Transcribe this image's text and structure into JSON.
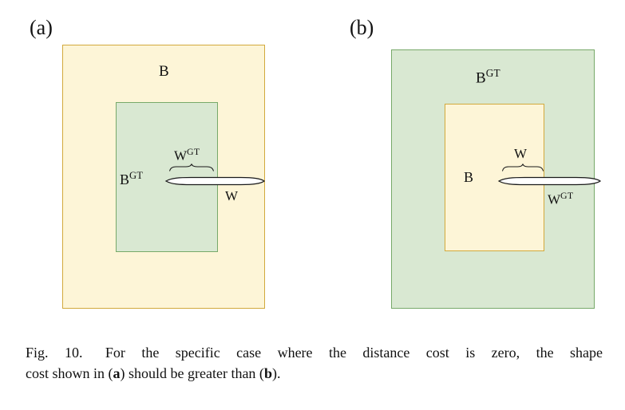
{
  "colors": {
    "yellow_fill": "#fdf5d7",
    "yellow_border": "#d2a93c",
    "green_fill": "#d9e8d2",
    "green_border": "#77a969",
    "sliver_fill": "#ffffff",
    "line_color": "#1a1a1a"
  },
  "panels": [
    {
      "tag": "(a)",
      "outer_label": "B",
      "inner_label_base": "B",
      "inner_label_sup": "GT",
      "brace_label_base": "W",
      "brace_label_sup": "GT",
      "tail_label": "W"
    },
    {
      "tag": "(b)",
      "outer_label_base": "B",
      "outer_label_sup": "GT",
      "inner_label": "B",
      "brace_label": "W",
      "tail_label_base": "W",
      "tail_label_sup": "GT"
    }
  ],
  "caption": {
    "fig_label": "Fig. 10.",
    "line1": "For the specific case where the distance cost is zero, the shape",
    "line2_pre": "cost shown in (",
    "bold_a": "a",
    "line2_mid": ") should be greater than (",
    "bold_b": "b",
    "line2_post": ")."
  }
}
